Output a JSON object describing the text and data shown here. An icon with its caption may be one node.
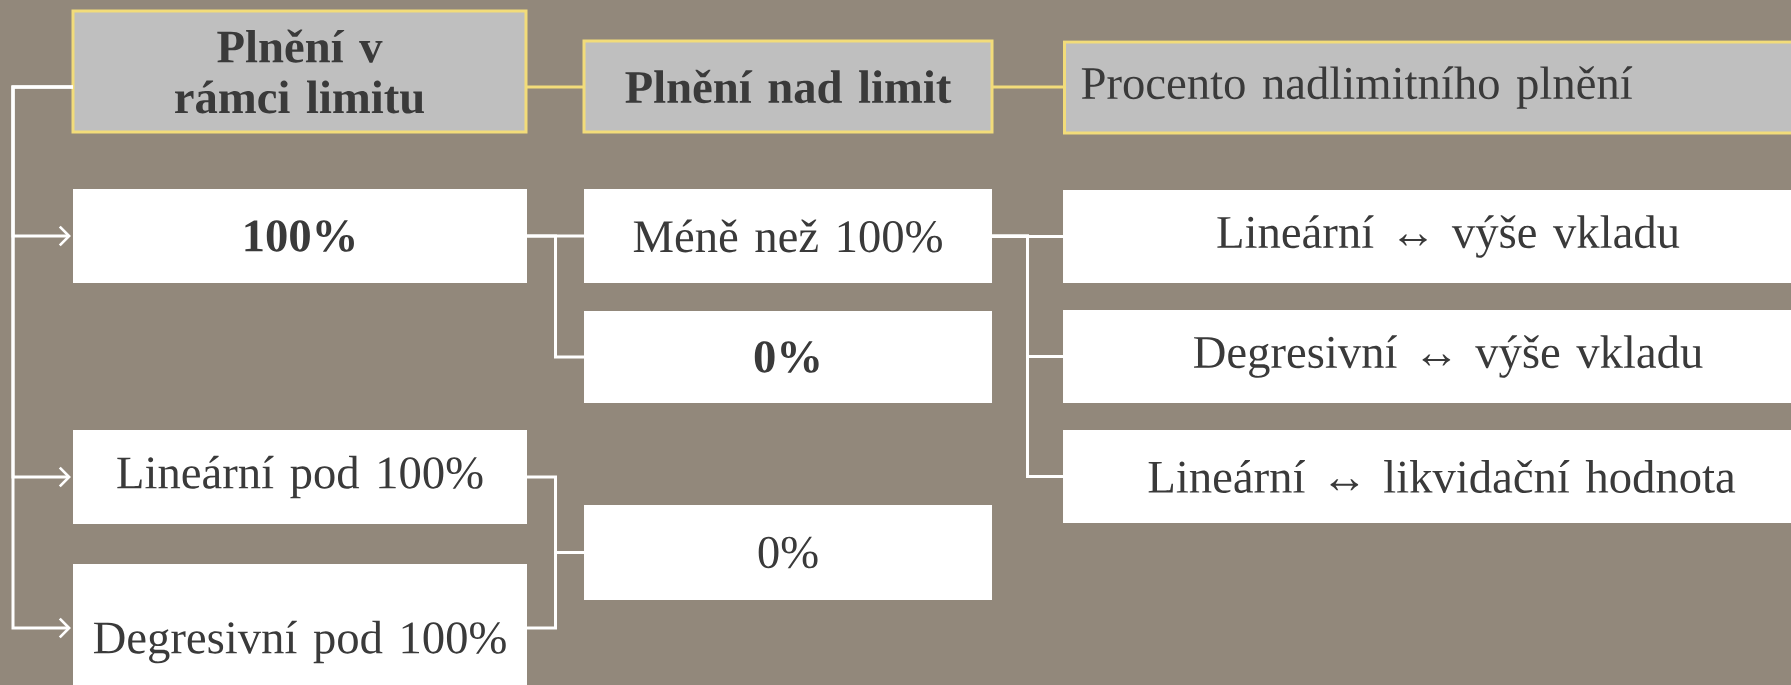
{
  "diagram": {
    "nodes": [
      {
        "text": [
          "Plnění v rámci limitu"
        ]
      },
      {
        "text": [
          "Plnění nad limit"
        ]
      },
      {
        "text": [
          "Procento nadlimitního plnění"
        ]
      },
      {
        "text": [
          "100%"
        ]
      },
      {
        "text": [
          "Méně než 100%"
        ]
      },
      {
        "text": [
          "Lineární ↔ výše vkladu"
        ]
      },
      {
        "text": [
          "0%"
        ]
      },
      {
        "text": [
          "Degresivní ↔ výše vkladu"
        ]
      },
      {
        "text": [
          "Lineární pod 100%"
        ]
      },
      {
        "text": [
          "Lineární ↔ likvidační hodnota"
        ]
      },
      {
        "text": [
          "0%"
        ]
      },
      {
        "text": [
          "Degresivní pod 100%"
        ]
      }
    ],
    "edges": [
      {
        "from": 0,
        "to": 1,
        "arrow": "none",
        "color": "#f2dc7a"
      },
      {
        "from": 1,
        "to": 2,
        "arrow": "none",
        "color": "#f2dc7a"
      },
      {
        "from": 0,
        "to": 3,
        "arrow": "to"
      },
      {
        "from": 0,
        "to": 8,
        "arrow": "to"
      },
      {
        "from": 0,
        "to": 11,
        "arrow": "to"
      },
      {
        "from": 3,
        "to": 4,
        "arrow": "none"
      },
      {
        "from": 3,
        "to": 6,
        "arrow": "none"
      },
      {
        "from": 4,
        "to": 5,
        "arrow": "none"
      },
      {
        "from": 4,
        "to": 7,
        "arrow": "none"
      },
      {
        "from": 4,
        "to": 9,
        "arrow": "none"
      },
      {
        "from": 8,
        "to": 10,
        "arrow": "none"
      },
      {
        "from": 11,
        "to": 10,
        "arrow": "none"
      }
    ]
  }
}
